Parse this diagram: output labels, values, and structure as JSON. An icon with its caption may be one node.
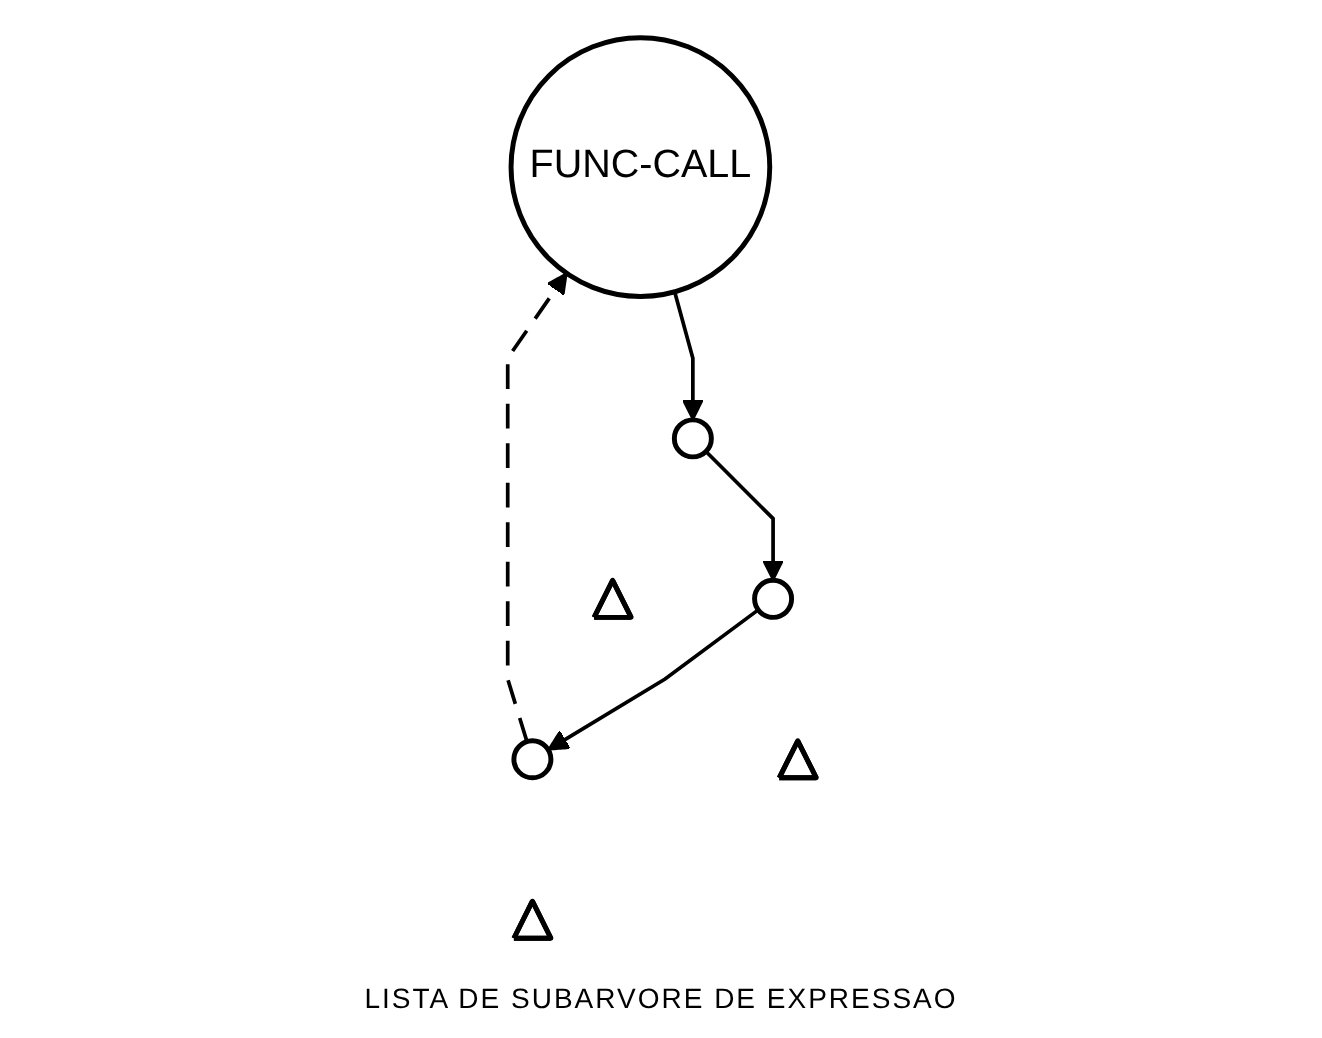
{
  "diagram": {
    "nodes": [
      {
        "text": [
          "FUNC-CALL"
        ]
      },
      {
        "text": [],
        "shape": "circle"
      },
      {
        "text": [],
        "shape": "circle"
      },
      {
        "text": [],
        "shape": "circle"
      },
      {
        "text": [],
        "shape": "triangle"
      },
      {
        "text": [],
        "shape": "triangle"
      },
      {
        "text": [],
        "shape": "triangle"
      }
    ],
    "edges": [
      {
        "from": 0,
        "to": 1,
        "arrow": "to"
      },
      {
        "from": 1,
        "to": 2,
        "arrow": "to"
      },
      {
        "from": 2,
        "to": 3,
        "arrow": "to"
      },
      {
        "from": 3,
        "to": 0,
        "arrow": "to",
        "style": "dashed"
      }
    ],
    "labels": [
      "LISTA DE SUBARVORE DE EXPRESSAO"
    ]
  }
}
